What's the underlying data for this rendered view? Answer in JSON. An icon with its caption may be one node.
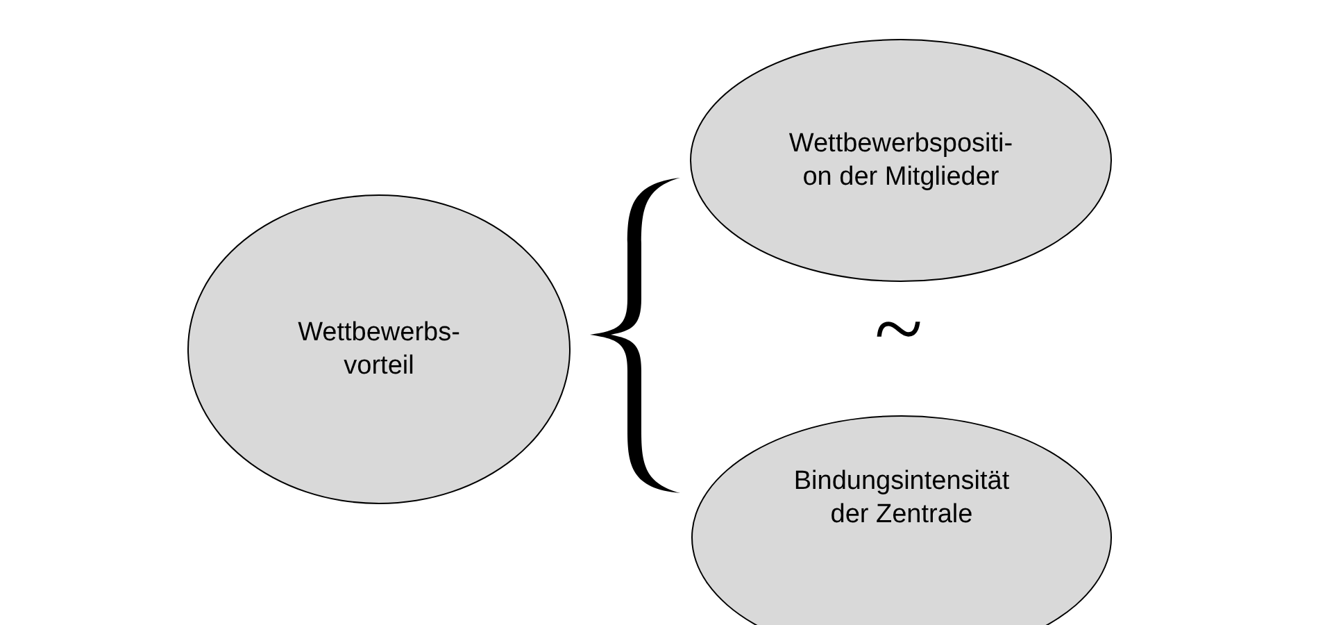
{
  "diagram": {
    "nodes": [
      {
        "text": [
          "Wettbewerbs- vorteil"
        ]
      },
      {
        "text": [
          "Wettbewerbspositi- on der Mitglieder"
        ]
      },
      {
        "text": [
          "Bindungsintensität der Zentrale"
        ]
      }
    ],
    "labels": [
      "~"
    ]
  }
}
